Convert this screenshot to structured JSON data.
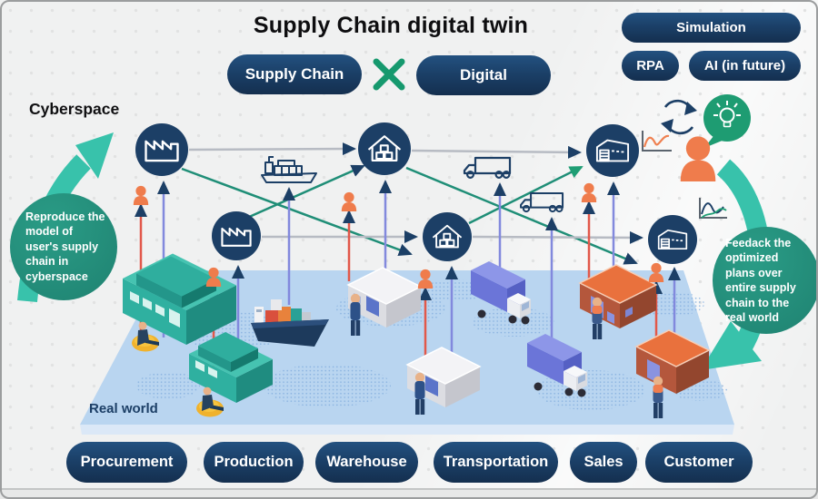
{
  "title": "Supply Chain digital twin",
  "equation": {
    "left": "Supply Chain",
    "operator": "×",
    "right": "Digital"
  },
  "capability_pills": {
    "simulation": "Simulation",
    "rpa": "RPA",
    "ai": "AI (in future)"
  },
  "labels": {
    "cyberspace": "Cyberspace",
    "real_world": "Real world"
  },
  "annotations": {
    "left_bubble": "Reproduce the model of user's supply chain in cyberspace",
    "right_bubble": "Feedack the optimized plans over entire supply chain to the real world"
  },
  "process_pills": [
    "Procurement",
    "Production",
    "Warehouse",
    "Transportation",
    "Sales",
    "Customer"
  ],
  "icons": {
    "operator": "green-x-icon",
    "cyberspace_nodes": [
      "factory-icon",
      "warehouse-boxes-icon",
      "distribution-center-icon"
    ],
    "transport": [
      "cargo-ship-icon",
      "truck-icon"
    ],
    "people": [
      "person-icon",
      "analyst-person-icon"
    ],
    "misc": [
      "cycle-arrows-icon",
      "lightbulb-idea-icon",
      "line-chart-icon",
      "curved-arrow-icon"
    ]
  },
  "colors": {
    "navy": "#1c3f66",
    "pill_gradient_top": "#235180",
    "pill_gradient_bottom": "#142f4f",
    "green_line": "#1f8e77",
    "green_x": "#16996e",
    "bubble_green": "#218471",
    "teal_arrow": "#38c2ab",
    "orange_person": "#ef7c4c",
    "red_arrow": "#e2584a",
    "blue_arrow": "#8289dd",
    "gray_line": "#b7bbc3",
    "platform_blue": "#b9d5f0",
    "map_dots": "#86b0df",
    "teal_building": "#2fb0a0",
    "store_orange": "#e9713d",
    "truck_blue": "#6b75d8",
    "beanbag_yellow": "#f0b22c"
  }
}
